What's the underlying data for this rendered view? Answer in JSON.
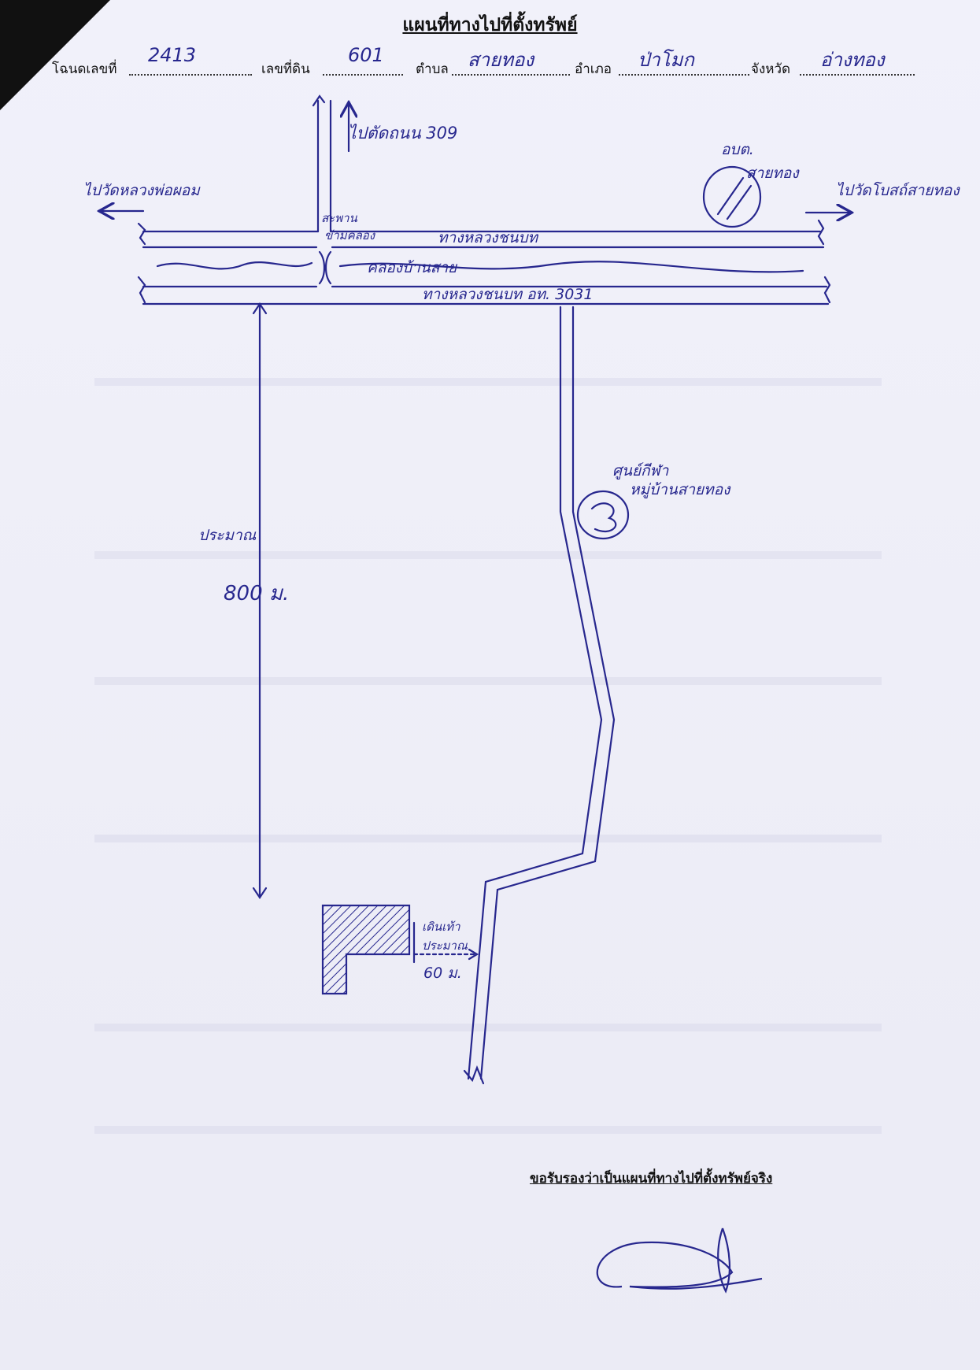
{
  "title": "แผนที่ทางไปที่ตั้งทรัพย์",
  "header": {
    "deed_label": "โฉนดเลขที่",
    "deed_value": "2413",
    "land_label": "เลขที่ดิน",
    "land_value": "601",
    "subdistrict_label": "ตำบล",
    "subdistrict_value": "สายทอง",
    "district_label": "อำเภอ",
    "district_value": "ป่าโมก",
    "province_label": "จังหวัด",
    "province_value": "อ่างทอง"
  },
  "map_labels": {
    "to_road_309": "ไปตัดถนน 309",
    "to_wat_luang_pho": "ไปวัดหลวงพ่อผอม",
    "sao_office": "อบต.",
    "sao_office_place": "สายทอง",
    "to_wat_bot": "ไปวัดโบสถ์สายทอง",
    "bridge_line1": "สะพาน",
    "bridge_line2": "ข้ามคลอง",
    "rural_road_top": "ทางหลวงชนบท",
    "canal": "คลองบ้านสาย",
    "rural_road_bottom": "ทางหลวงชนบท อท. 3031",
    "center_line1": "ศูนย์กีฬา",
    "center_line2": "หมู่บ้านสายทอง",
    "approx_label": "ประมาณ",
    "approx_distance": "800 ม.",
    "walk_line1": "เดินเท้า",
    "walk_line2": "ประมาณ",
    "walk_distance": "60 ม."
  },
  "certification": "ขอรับรองว่าเป็นแผนที่ทางไปที่ตั้งทรัพย์จริง",
  "colors": {
    "ink": "#27278e",
    "text": "#111111"
  }
}
